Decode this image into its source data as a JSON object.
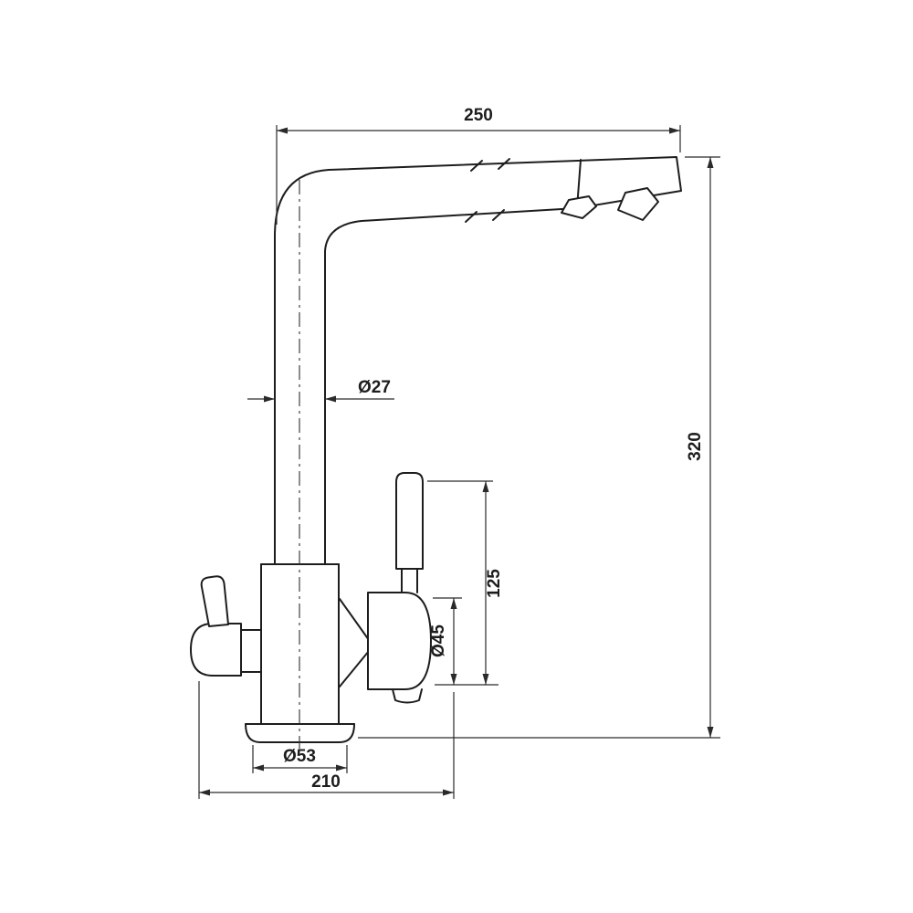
{
  "page": {
    "background": "#ffffff"
  },
  "drawing": {
    "type": "technical-drawing",
    "subject": "kitchen-faucet-side-view",
    "colors": {
      "outline": "#1d1d1d",
      "dimension_lines": "#2a2a2a",
      "text": "#1d1d1d",
      "background": "#ffffff"
    },
    "dimensions": {
      "spout_reach": "250",
      "overall_height": "320",
      "pipe_diameter": "Ø27",
      "lever_height": "125",
      "handle_diameter": "Ø45",
      "base_diameter": "Ø53",
      "base_depth": "210"
    }
  }
}
